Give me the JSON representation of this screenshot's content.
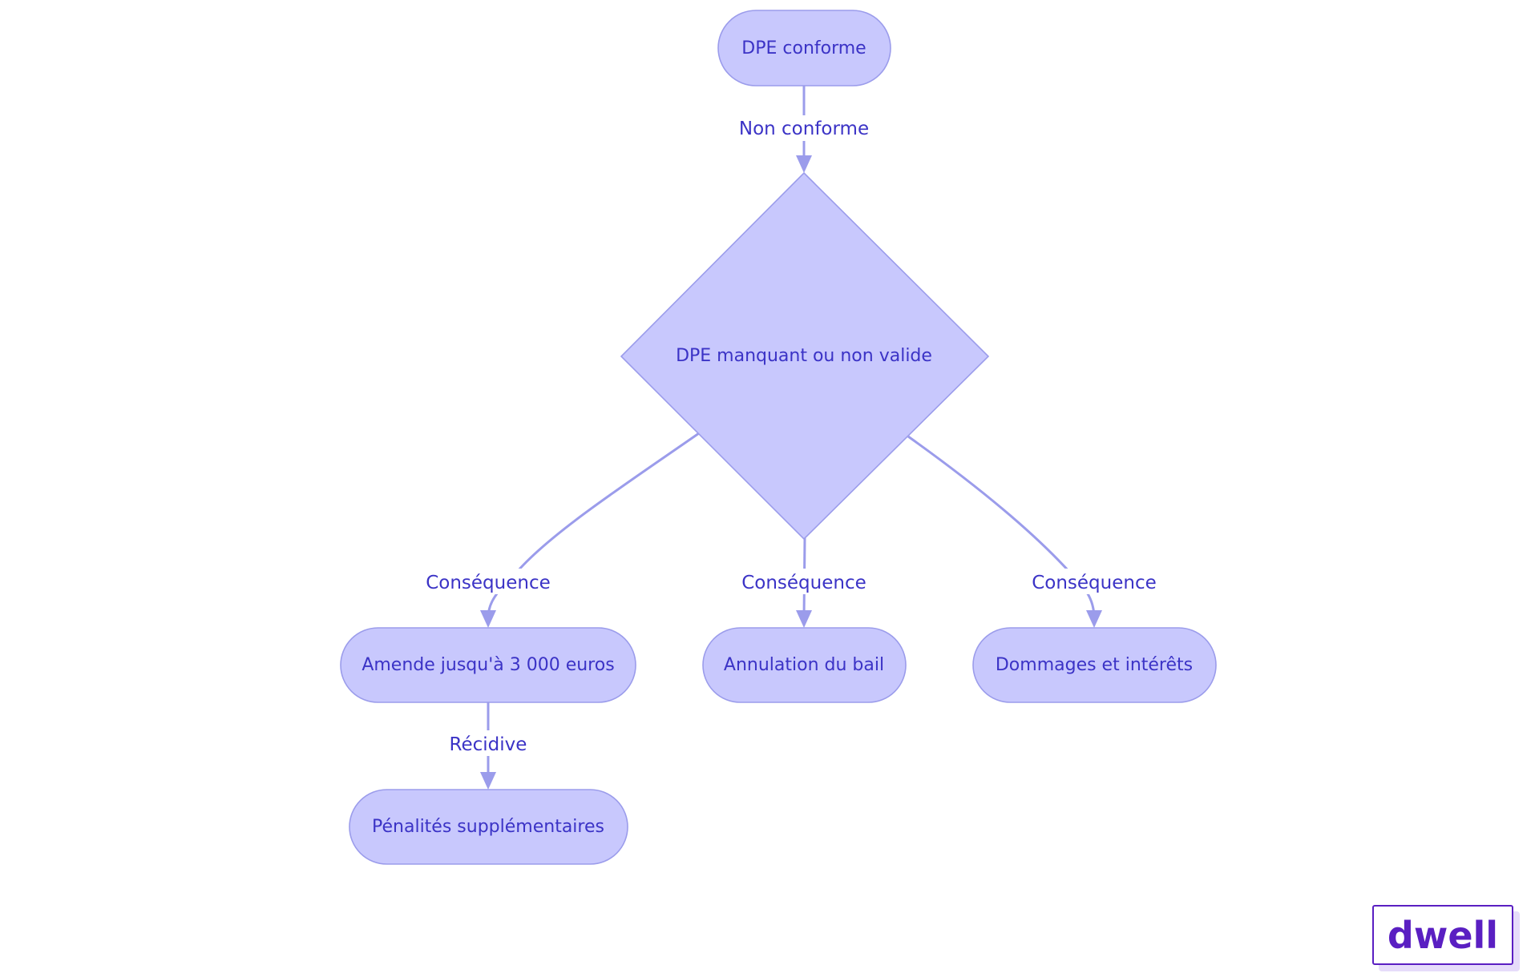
{
  "nodes": {
    "dpe_conforme": "DPE conforme",
    "dpe_manquant": "DPE manquant ou non valide",
    "amende": "Amende jusqu'à 3 000 euros",
    "annulation": "Annulation du bail",
    "dommages": "Dommages et intérêts",
    "penalites": "Pénalités supplémentaires"
  },
  "edges": {
    "non_conforme": "Non conforme",
    "consequence_left": "Conséquence",
    "consequence_mid": "Conséquence",
    "consequence_right": "Conséquence",
    "recidive": "Récidive"
  },
  "logo": {
    "text": "dwell"
  },
  "colors": {
    "node_fill": "#c8c8fd",
    "node_stroke": "#9b9ceb",
    "text": "#3b33c6",
    "logo": "#5a1fc2"
  }
}
